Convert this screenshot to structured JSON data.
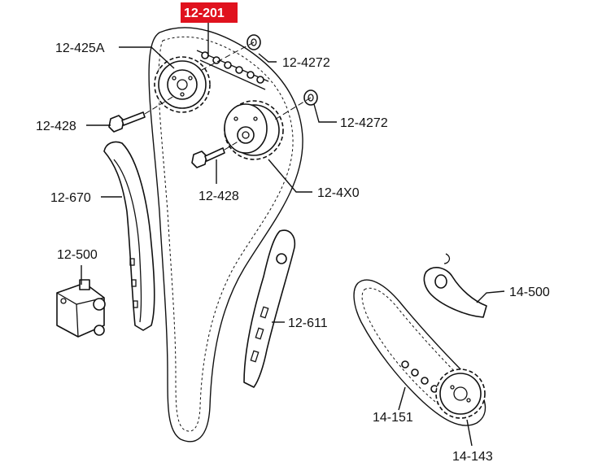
{
  "colors": {
    "line": "#111111",
    "highlight": "#e0121e",
    "background": "#ffffff"
  },
  "callouts": {
    "timing_chain": "12-201",
    "sprocket_exhaust": "12-425A",
    "washer_upper": "12-4272",
    "washer_lower": "12-4272",
    "bolt_upper": "12-428",
    "bolt_lower": "12-428",
    "sprocket_intake": "12-4X0",
    "guide_left": "12-670",
    "tensioner": "12-500",
    "guide_right": "12-611",
    "oil_pump_tensioner_arm": "14-500",
    "oil_pump_chain": "14-151",
    "oil_pump_sprocket": "14-143"
  }
}
